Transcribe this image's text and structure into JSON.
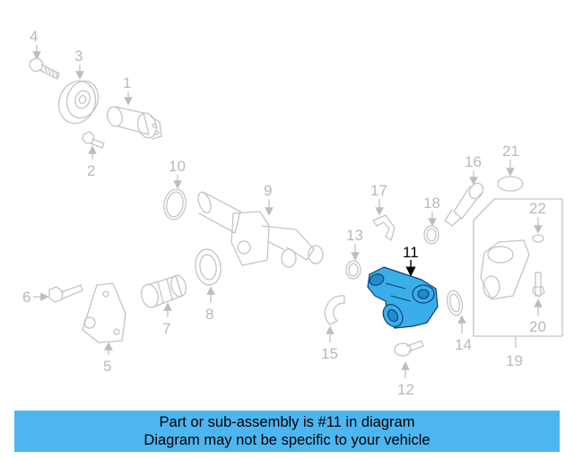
{
  "diagram": {
    "callouts": [
      "1",
      "2",
      "3",
      "4",
      "5",
      "6",
      "7",
      "8",
      "9",
      "10",
      "11",
      "12",
      "13",
      "14",
      "15",
      "16",
      "17",
      "18",
      "19",
      "20",
      "21",
      "22"
    ],
    "highlighted_part": "11",
    "colors": {
      "highlight_fill": "#3aaee8",
      "highlight_stroke": "#0e3f7a",
      "line_art": "#c4c4c4",
      "banner": "#4db6f0"
    }
  },
  "banner": {
    "line1": "Part or sub-assembly is #11 in diagram",
    "line2": "Diagram may not be specific to your vehicle"
  }
}
